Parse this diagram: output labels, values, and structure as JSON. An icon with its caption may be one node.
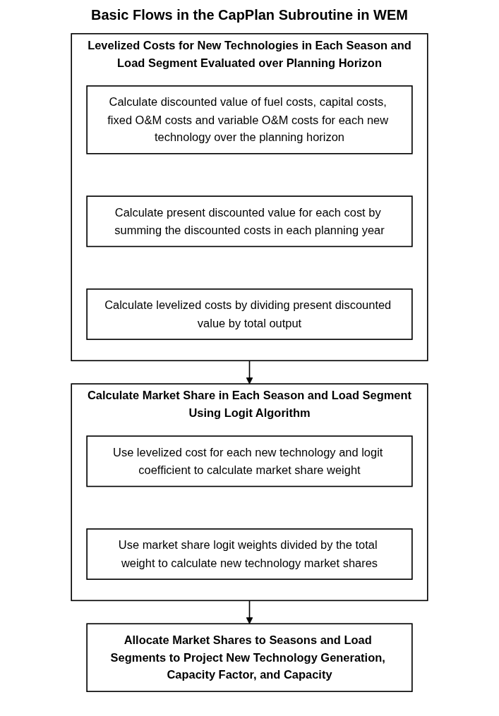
{
  "diagram": {
    "title": "Basic Flows in the CapPlan Subroutine in WEM",
    "nodes": [
      {
        "text": [
          "Levelized Costs for New Technologies in Each Season and Load Segment Evaluated over Planning Horizon"
        ]
      },
      {
        "text": [
          "Calculate discounted value of fuel costs, capital costs, fixed O&M costs and variable O&M costs for each new technology over the planning horizon"
        ],
        "in": 0
      },
      {
        "text": [
          "Calculate present discounted value for each cost by summing the discounted costs in each planning year"
        ],
        "in": 0
      },
      {
        "text": [
          "Calculate levelized costs by dividing present discounted value by total output"
        ],
        "in": 0
      },
      {
        "text": [
          "Calculate Market Share in Each Season and Load Segment Using Logit Algorithm"
        ]
      },
      {
        "text": [
          "Use levelized cost for each new technology and logit coefficient to calculate market share weight"
        ],
        "in": 4
      },
      {
        "text": [
          "Use market share logit weights divided by the total weight to calculate new technology market shares"
        ],
        "in": 4
      },
      {
        "text": [
          "Allocate Market Shares to Seasons and Load Segments to Project New Technology Generation, Capacity Factor, and Capacity"
        ]
      }
    ],
    "edges": [
      {
        "from": 0,
        "to": 4,
        "arrow": "to"
      },
      {
        "from": 4,
        "to": 7,
        "arrow": "to"
      }
    ]
  }
}
